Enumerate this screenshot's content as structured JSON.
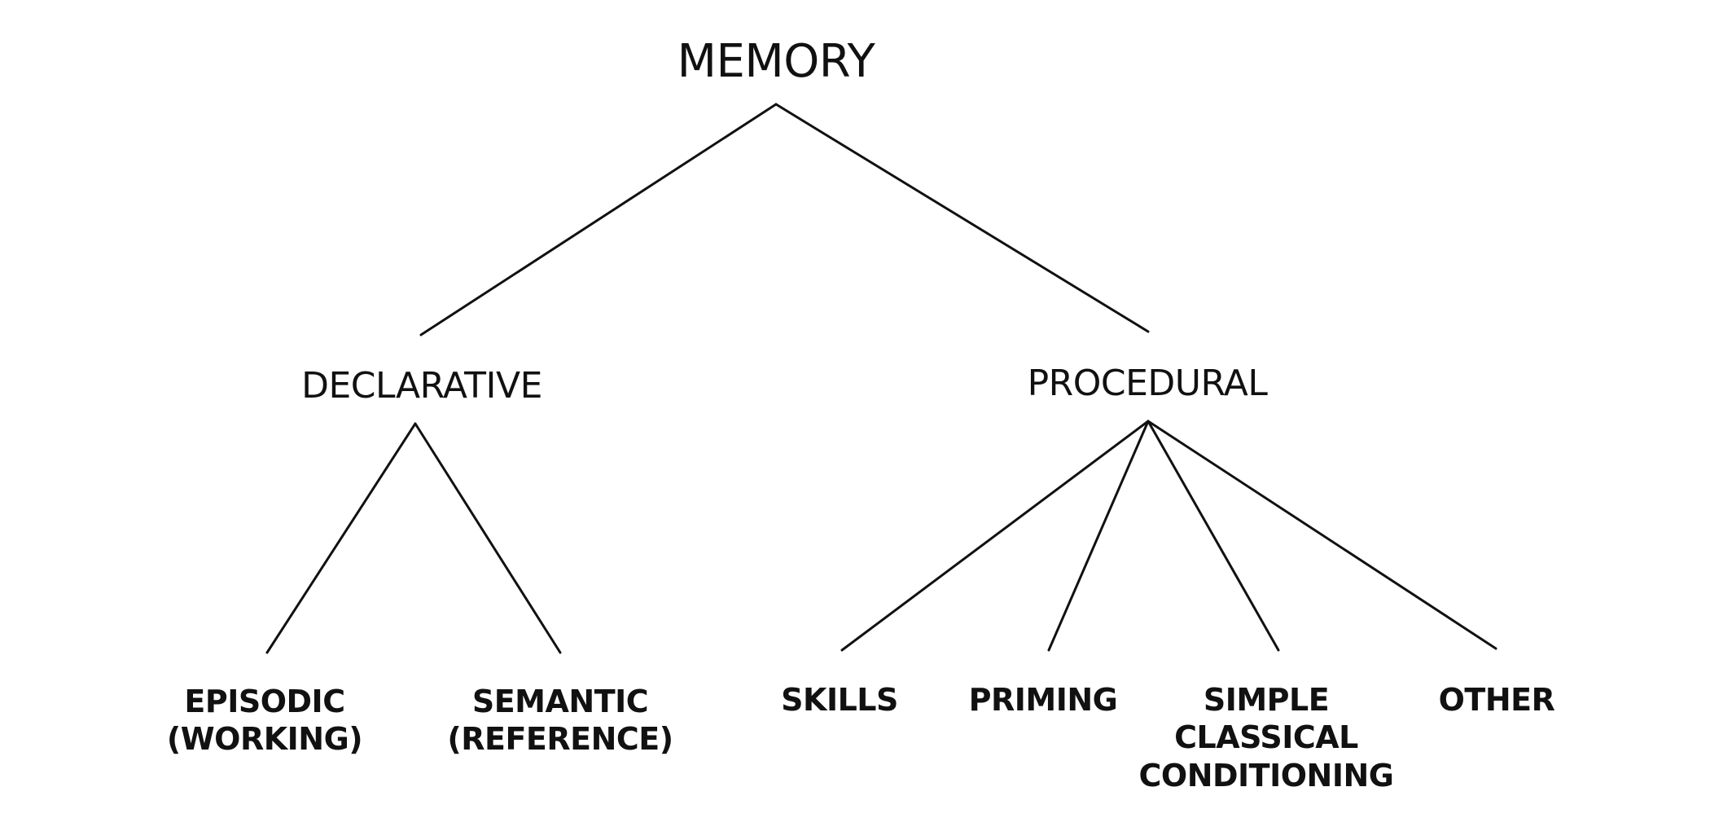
{
  "root": {
    "label": "MEMORY"
  },
  "declarative": {
    "label": "DECLARATIVE",
    "children": [
      {
        "lines": [
          "EPISODIC",
          "(WORKING)"
        ]
      },
      {
        "lines": [
          "SEMANTIC",
          "(REFERENCE)"
        ]
      }
    ]
  },
  "procedural": {
    "label": "PROCEDURAL",
    "children": [
      {
        "lines": [
          "SKILLS"
        ]
      },
      {
        "lines": [
          "PRIMING"
        ]
      },
      {
        "lines": [
          "SIMPLE",
          "CLASSICAL",
          "CONDITIONING"
        ]
      },
      {
        "lines": [
          "OTHER"
        ]
      }
    ]
  }
}
